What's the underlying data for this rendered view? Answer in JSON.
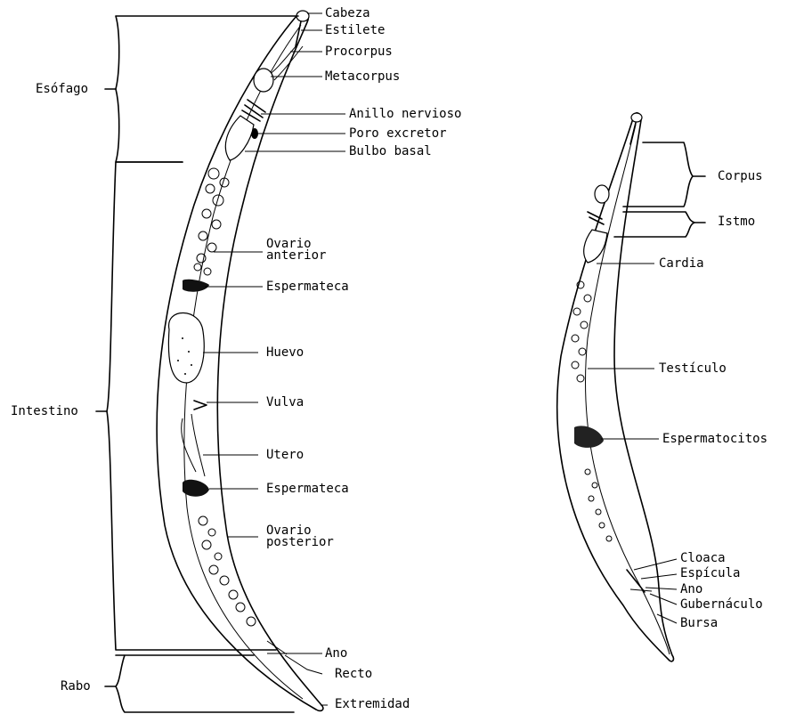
{
  "female": {
    "labels": {
      "cabeza": "Cabeza",
      "estilete": "Estilete",
      "procorpus": "Procorpus",
      "metacorpus": "Metacorpus",
      "anillo": "Anillo nervioso",
      "poro": "Poro excretor",
      "bulbo": "Bulbo basal",
      "ovario_ant": "Ovario\nanterior",
      "espermateca1": "Espermateca",
      "huevo": "Huevo",
      "vulva": "Vulva",
      "utero": "Utero",
      "espermateca2": "Espermateca",
      "ovario_post": "Ovario\nposterior",
      "ano": "Ano",
      "recto": "Recto",
      "extremidad": "Extremidad"
    },
    "regions": {
      "esofago": "Esófago",
      "intestino": "Intestino",
      "rabo": "Rabo"
    }
  },
  "male": {
    "labels": {
      "corpus": "Corpus",
      "istmo": "Istmo",
      "cardia": "Cardia",
      "testiculo": "Testículo",
      "espermatocitos": "Espermatocitos",
      "cloaca": "Cloaca",
      "espicula": "Espícula",
      "ano": "Ano",
      "gubernaculo": "Gubernáculo",
      "bursa": "Bursa"
    }
  }
}
